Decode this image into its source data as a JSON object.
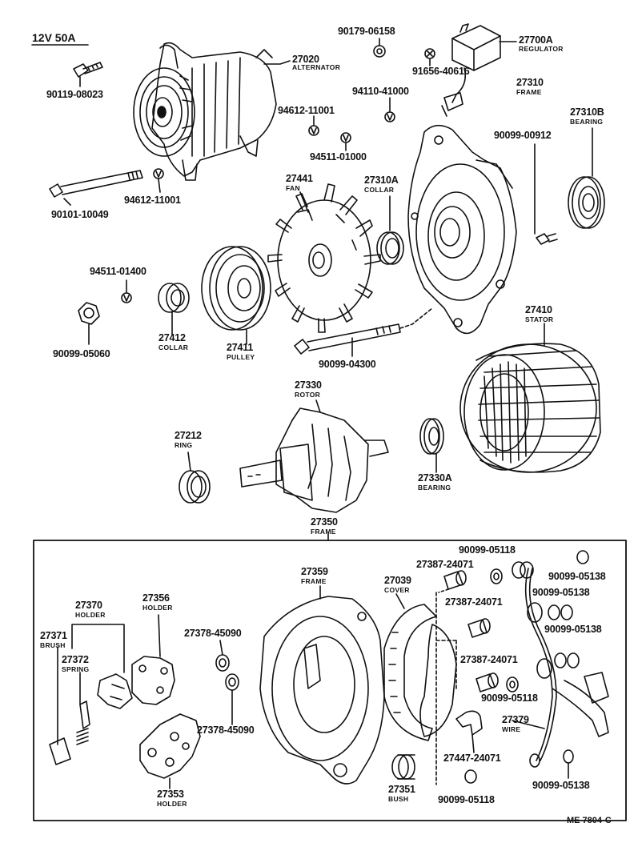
{
  "header": {
    "spec": "12V 50A"
  },
  "reference_code": "ME 7804-C",
  "parts": [
    {
      "id": "p-90179",
      "num": "90179-06158",
      "name": ""
    },
    {
      "id": "p-27700A",
      "num": "27700A",
      "name": "REGULATOR"
    },
    {
      "id": "p-27020",
      "num": "27020",
      "name": "ALTERNATOR"
    },
    {
      "id": "p-91656",
      "num": "91656-40616",
      "name": ""
    },
    {
      "id": "p-90119",
      "num": "90119-08023",
      "name": ""
    },
    {
      "id": "p-94110",
      "num": "94110-41000",
      "name": ""
    },
    {
      "id": "p-27310",
      "num": "27310",
      "name": "FRAME"
    },
    {
      "id": "p-94612a",
      "num": "94612-11001",
      "name": ""
    },
    {
      "id": "p-27310B",
      "num": "27310B",
      "name": "BEARING"
    },
    {
      "id": "p-90099-00912",
      "num": "90099-00912",
      "name": ""
    },
    {
      "id": "p-94511a",
      "num": "94511-01000",
      "name": ""
    },
    {
      "id": "p-27441",
      "num": "27441",
      "name": "FAN"
    },
    {
      "id": "p-27310A",
      "num": "27310A",
      "name": "COLLAR"
    },
    {
      "id": "p-94612b",
      "num": "94612-11001",
      "name": ""
    },
    {
      "id": "p-90101",
      "num": "90101-10049",
      "name": ""
    },
    {
      "id": "p-94511b",
      "num": "94511-01400",
      "name": ""
    },
    {
      "id": "p-27410",
      "num": "27410",
      "name": "STATOR"
    },
    {
      "id": "p-27412",
      "num": "27412",
      "name": "COLLAR"
    },
    {
      "id": "p-90099-05060",
      "num": "90099-05060",
      "name": ""
    },
    {
      "id": "p-27411",
      "num": "27411",
      "name": "PULLEY"
    },
    {
      "id": "p-90099-04300",
      "num": "90099-04300",
      "name": ""
    },
    {
      "id": "p-27330",
      "num": "27330",
      "name": "ROTOR"
    },
    {
      "id": "p-27212",
      "num": "27212",
      "name": "RING"
    },
    {
      "id": "p-27330A",
      "num": "27330A",
      "name": "BEARING"
    },
    {
      "id": "p-27350",
      "num": "27350",
      "name": "FRAME"
    },
    {
      "id": "p-05118a",
      "num": "90099-05118",
      "name": ""
    },
    {
      "id": "p-27387a",
      "num": "27387-24071",
      "name": ""
    },
    {
      "id": "p-27359",
      "num": "27359",
      "name": "FRAME"
    },
    {
      "id": "p-05138a",
      "num": "90099-05138",
      "name": ""
    },
    {
      "id": "p-27039",
      "num": "27039",
      "name": "COVER"
    },
    {
      "id": "p-05138b",
      "num": "90099-05138",
      "name": ""
    },
    {
      "id": "p-27370",
      "num": "27370",
      "name": "HOLDER"
    },
    {
      "id": "p-27356",
      "num": "27356",
      "name": "HOLDER"
    },
    {
      "id": "p-27387b",
      "num": "27387-24071",
      "name": ""
    },
    {
      "id": "p-27371",
      "num": "27371",
      "name": "BRUSH"
    },
    {
      "id": "p-27378a",
      "num": "27378-45090",
      "name": ""
    },
    {
      "id": "p-05138c",
      "num": "90099-05138",
      "name": ""
    },
    {
      "id": "p-27372",
      "num": "27372",
      "name": "SPRING"
    },
    {
      "id": "p-27387c",
      "num": "27387-24071",
      "name": ""
    },
    {
      "id": "p-05118b",
      "num": "90099-05118",
      "name": ""
    },
    {
      "id": "p-27379",
      "num": "27379",
      "name": "WIRE"
    },
    {
      "id": "p-27378b",
      "num": "27378-45090",
      "name": ""
    },
    {
      "id": "p-27447",
      "num": "27447-24071",
      "name": ""
    },
    {
      "id": "p-27351",
      "num": "27351",
      "name": "BUSH"
    },
    {
      "id": "p-05138d",
      "num": "90099-05138",
      "name": ""
    },
    {
      "id": "p-27353",
      "num": "27353",
      "name": "HOLDER"
    },
    {
      "id": "p-05118c",
      "num": "90099-05118",
      "name": ""
    }
  ]
}
